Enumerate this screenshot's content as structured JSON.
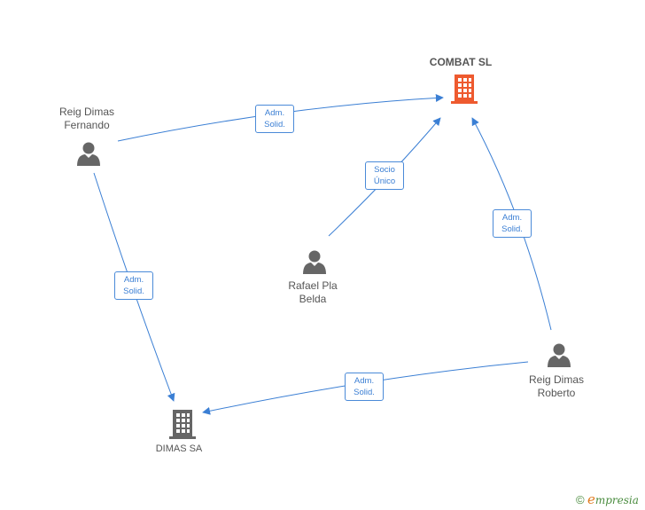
{
  "nodes": {
    "combat": {
      "name": "COMBAT SL",
      "color": "#ee5a2f"
    },
    "dimas": {
      "name": "DIMAS SA",
      "color": "#666666"
    },
    "fernando": {
      "line1": "Reig Dimas",
      "line2": "Fernando"
    },
    "rafael": {
      "line1": "Rafael Pla",
      "line2": "Belda"
    },
    "roberto": {
      "line1": "Reig Dimas",
      "line2": "Roberto"
    }
  },
  "edges": {
    "fernando_combat": {
      "line1": "Adm.",
      "line2": "Solid."
    },
    "rafael_combat": {
      "line1": "Socio",
      "line2": "Único"
    },
    "roberto_combat": {
      "line1": "Adm.",
      "line2": "Solid."
    },
    "fernando_dimas": {
      "line1": "Adm.",
      "line2": "Solid."
    },
    "roberto_dimas": {
      "line1": "Adm.",
      "line2": "Solid."
    }
  },
  "colors": {
    "edge": "#3b7fd4",
    "person": "#666666"
  },
  "brand": {
    "copyright": "©",
    "first_letter": "e",
    "rest": "mpresia"
  }
}
